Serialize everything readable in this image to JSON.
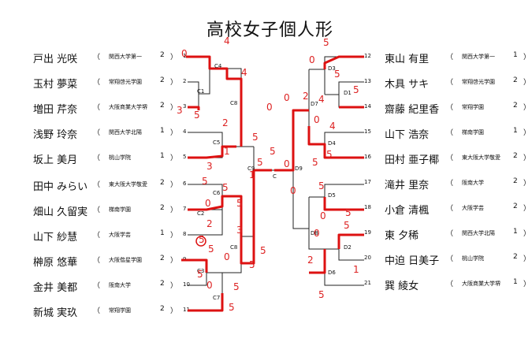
{
  "title": "高校女子個人形",
  "left_players": [
    {
      "name": "戸出 光咲",
      "school": "関西大学第一",
      "grade": "2",
      "seed": "1"
    },
    {
      "name": "玉村 夢菜",
      "school": "常翔啓光学園",
      "grade": "2",
      "seed": "2"
    },
    {
      "name": "増田 芹奈",
      "school": "大阪商業大学堺",
      "grade": "2",
      "seed": "3"
    },
    {
      "name": "浅野 玲奈",
      "school": "関西大学北陽",
      "grade": "1",
      "seed": "4"
    },
    {
      "name": "坂上 美月",
      "school": "桃山学院",
      "grade": "1",
      "seed": "5"
    },
    {
      "name": "田中 みらい",
      "school": "東大阪大学敬愛",
      "grade": "2",
      "seed": "6"
    },
    {
      "name": "畑山 久留実",
      "school": "梯南学園",
      "grade": "2",
      "seed": "7"
    },
    {
      "name": "山下 紗慧",
      "school": "大阪学芸",
      "grade": "1",
      "seed": "8"
    },
    {
      "name": "榊原 悠華",
      "school": "大阪偕星学園",
      "grade": "2",
      "seed": "9"
    },
    {
      "name": "金井 美都",
      "school": "阪南大学",
      "grade": "2",
      "seed": "10"
    },
    {
      "name": "新城 実玖",
      "school": "常翔学園",
      "grade": "2",
      "seed": "11"
    }
  ],
  "right_players": [
    {
      "name": "東山 有里",
      "school": "関西大学第一",
      "grade": "1",
      "seed": "12"
    },
    {
      "name": "木具 サキ",
      "school": "常翔啓光学園",
      "grade": "2",
      "seed": "13"
    },
    {
      "name": "齋藤 紀里香",
      "school": "常翔学園",
      "grade": "2",
      "seed": "14"
    },
    {
      "name": "山下 浩奈",
      "school": "梯南学園",
      "grade": "1",
      "seed": "15"
    },
    {
      "name": "田村 亜子椰",
      "school": "東大阪大学敬愛",
      "grade": "2",
      "seed": "16"
    },
    {
      "name": "滝井 里奈",
      "school": "阪南大学",
      "grade": "2",
      "seed": "17"
    },
    {
      "name": "小倉 清楓",
      "school": "大阪学芸",
      "grade": "2",
      "seed": "18"
    },
    {
      "name": "東 夕稀",
      "school": "関西大学北陽",
      "grade": "1",
      "seed": "19"
    },
    {
      "name": "中迫 日美子",
      "school": "桃山学院",
      "grade": "2",
      "seed": "20"
    },
    {
      "name": "巽 綾女",
      "school": "大阪商業大学堺",
      "grade": "1",
      "seed": "21"
    }
  ],
  "match_labels": {
    "C1": "C1",
    "C2": "C2",
    "C3": "C3",
    "C4": "C4",
    "C5": "C5",
    "C6": "C6",
    "C7": "C7",
    "C8a": "C8",
    "C8b": "C8",
    "C9": "C9",
    "C": "C",
    "D1": "D1",
    "D2": "D2",
    "D3": "D3",
    "D4": "D4",
    "D5": "D5",
    "D6": "D6",
    "D7": "D7",
    "D8": "D8",
    "D9": "D9"
  },
  "paren_open": "（",
  "paren_close": "）",
  "handwritten_scores": [
    "4",
    "4",
    "0",
    "3",
    "5",
    "2",
    "3",
    "5",
    "1",
    "0",
    "5",
    "1",
    "5",
    "5",
    "0",
    "5",
    "0",
    "5",
    "3",
    "2",
    "5",
    "5",
    "0",
    "5",
    "5",
    "5",
    "0",
    "5",
    "5",
    "0",
    "5",
    "0",
    "5",
    "5",
    "4",
    "0",
    "2",
    "5",
    "4",
    "5",
    "5",
    "0",
    "5",
    "0",
    "5",
    "2",
    "1",
    "5",
    "0"
  ]
}
